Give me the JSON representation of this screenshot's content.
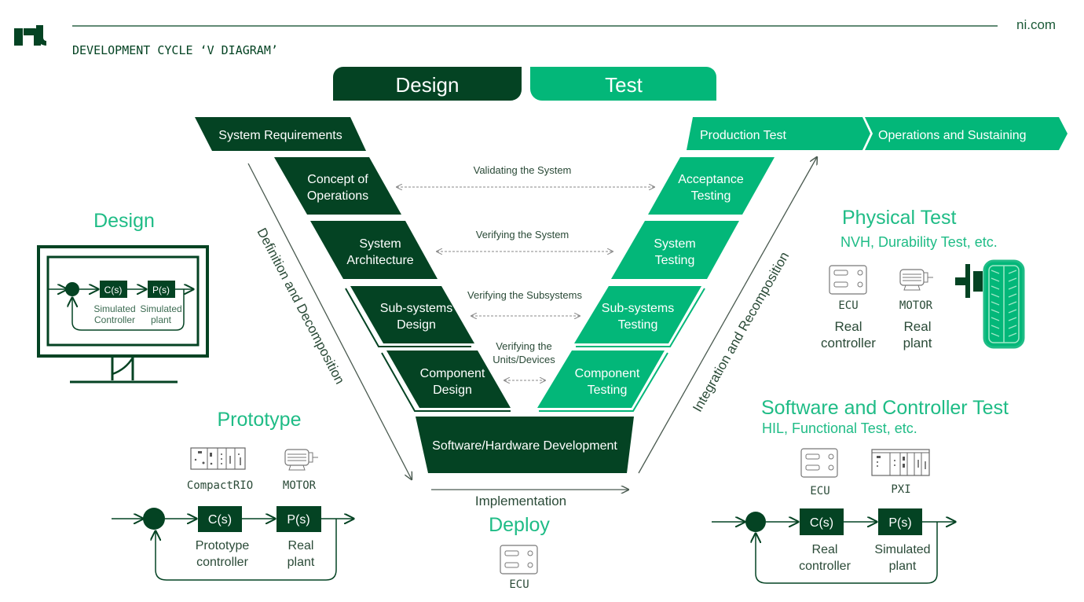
{
  "header": {
    "logo": "ni",
    "title": "DEVELOPMENT CYCLE ‘V DIAGRAM’",
    "site": "ni.com"
  },
  "colors": {
    "dark_green": "#044323",
    "bright_green": "#03b779",
    "text_green": "#1fbc86",
    "label_dark": "#2a4a37",
    "line_gray": "#4a5a50"
  },
  "phase_tabs": {
    "design": "Design",
    "test": "Test"
  },
  "v_diagram": {
    "left_top": "System Requirements",
    "right_top": [
      "Production Test",
      "Operations and Sustaining"
    ],
    "left_blocks": [
      {
        "line1": "Concept of",
        "line2": "Operations"
      },
      {
        "line1": "System",
        "line2": "Architecture"
      },
      {
        "line1": "Sub-systems",
        "line2": "Design"
      },
      {
        "line1": "Component",
        "line2": "Design"
      }
    ],
    "right_blocks": [
      {
        "line1": "Acceptance",
        "line2": "Testing"
      },
      {
        "line1": "System",
        "line2": "Testing"
      },
      {
        "line1": "Sub-systems",
        "line2": "Testing"
      },
      {
        "line1": "Component",
        "line2": "Testing"
      }
    ],
    "bottom_block": "Software/Hardware Development",
    "links": [
      {
        "line1": "Validating the System",
        "line2": ""
      },
      {
        "line1": "Verifying the System",
        "line2": ""
      },
      {
        "line1": "Verifying the Subsystems",
        "line2": ""
      },
      {
        "line1": "Verifying the",
        "line2": "Units/Devices"
      }
    ],
    "left_axis": "Definition and Decomposition",
    "right_axis": "Integration and Recomposition",
    "bottom_axis": "Implementation"
  },
  "design_panel": {
    "title": "Design",
    "controller": "C(s)",
    "plant": "P(s)",
    "controller_label": [
      "Simulated",
      "Controller"
    ],
    "plant_label": [
      "Simulated",
      "plant"
    ]
  },
  "prototype_panel": {
    "title": "Prototype",
    "devices": [
      "CompactRIO",
      "MOTOR"
    ],
    "controller": "C(s)",
    "plant": "P(s)",
    "controller_label": [
      "Prototype",
      "controller"
    ],
    "plant_label": [
      "Real",
      "plant"
    ]
  },
  "deploy_panel": {
    "title": "Deploy",
    "device": "ECU"
  },
  "physical_test_panel": {
    "title": "Physical Test",
    "subtitle": "NVH, Durability Test, etc.",
    "devices": [
      "ECU",
      "MOTOR"
    ],
    "device_labels": [
      [
        "Real",
        "controller"
      ],
      [
        "Real",
        "plant"
      ]
    ]
  },
  "software_test_panel": {
    "title": "Software and Controller Test",
    "subtitle": "HIL, Functional Test, etc.",
    "devices": [
      "ECU",
      "PXI"
    ],
    "controller": "C(s)",
    "plant": "P(s)",
    "controller_label": [
      "Real",
      "controller"
    ],
    "plant_label": [
      "Simulated",
      "plant"
    ]
  }
}
